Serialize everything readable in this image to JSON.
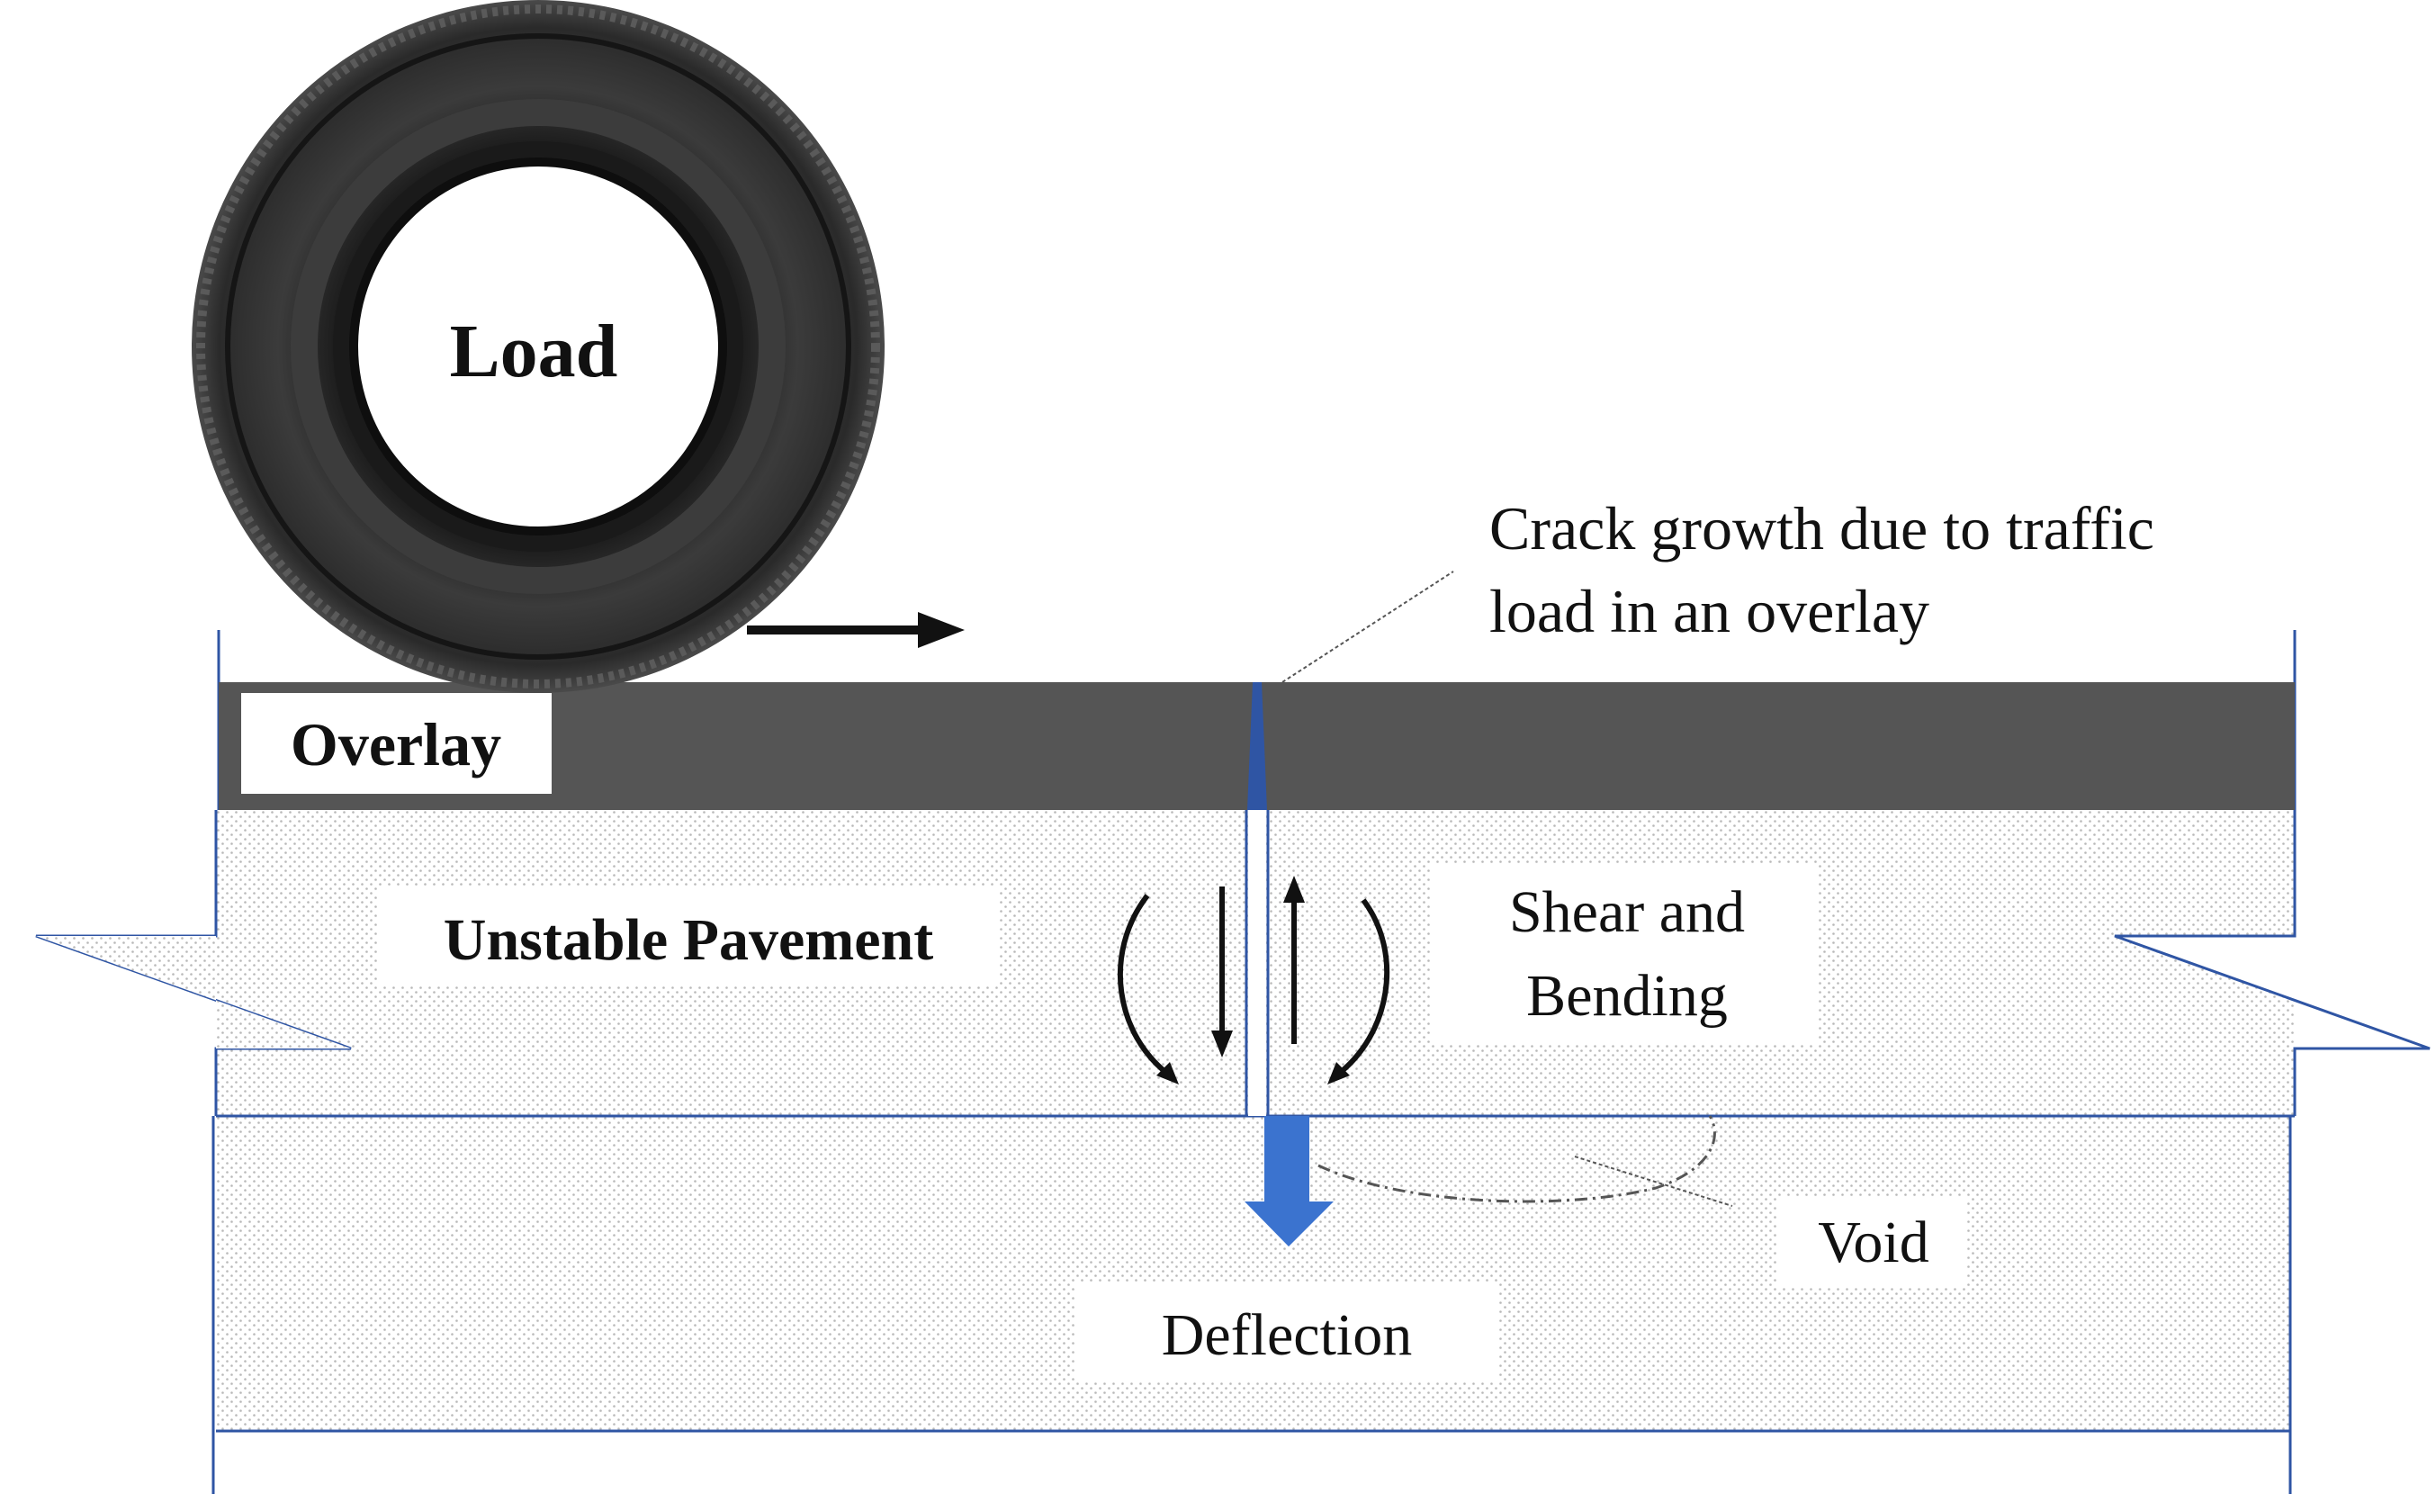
{
  "labels": {
    "load": "Load",
    "overlay": "Overlay",
    "unstable_pavement": "Unstable Pavement",
    "crack_growth_line1": "Crack growth due to traffic",
    "crack_growth_line2": "load in an overlay",
    "shear_line1": "Shear and",
    "shear_line2": "Bending",
    "void": "Void",
    "deflection": "Deflection"
  },
  "colors": {
    "overlay_fill": "#555555",
    "outline_blue": "#2f55a4",
    "deflection_arrow": "#3b73cf",
    "tire_dark": "#2a2a2a",
    "text": "#111111"
  },
  "icons": {
    "tire": "tire-icon",
    "motion_arrow": "arrow-right-icon",
    "deflection_arrow": "arrow-down-icon",
    "shear_arrows": "shear-bending-arrows-icon"
  }
}
